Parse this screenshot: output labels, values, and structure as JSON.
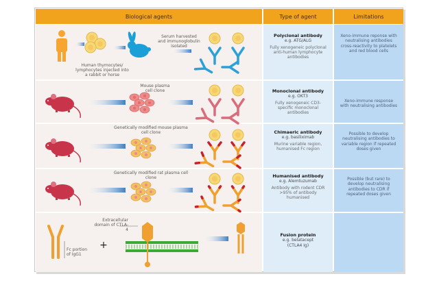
{
  "headers": {
    "biological": "Biological agents",
    "type": "Type of agent",
    "limitations": "Limitations"
  },
  "rows": [
    {
      "labels": {
        "source": "Human thymocytes/ lymphocytes injected into a rabbit or horse",
        "process": "Serum harvested and immunoglobulin isolated"
      },
      "type_title": "Polyclonal antibody",
      "type_example": "e.g. ATG/ALG",
      "type_desc": "Fully xenogeneic polyclonal anti-human lymphocyte antibodies",
      "limitation": "Xeno-immune reponse with neutralising antibodies cross-reactivity to platelets and red blood cells"
    },
    {
      "labels": {
        "source": "Mouse plasma cell clone"
      },
      "type_title": "Monoclonal antibody",
      "type_example": "e.g. OKT3",
      "type_desc": "Fully xenogeneic CD3-specific monoclonal antibodies",
      "limitation": "Xeno-immune response with neutralising antibodies"
    },
    {
      "labels": {
        "source": "Genetically modified mouse plasma cell clone"
      },
      "type_title": "Chimaeric antibody",
      "type_example": "e.g. basiliximab",
      "type_desc": "Murine variable region, humanised Fc region",
      "limitation": "Possible to develop neutralising antibodies to variable region if repeated doses given"
    },
    {
      "labels": {
        "source": "Genetically modified rat plasma cell clone"
      },
      "type_title": "Humanised antibody",
      "type_example": "e.g. Alemtuzumab",
      "type_desc": "Antibody with rodent CDR >95% of antibody humanised",
      "limitation": "Possible (but rare) to develop neutralising antibodies to CDR if repeated doses given"
    },
    {
      "labels": {
        "fc": "Fc portion of IgG1",
        "plus": "+",
        "ctla4": "Extracellular domain of CTLA-4"
      },
      "type_title": "Fusion protein",
      "type_example": "e.g. belatacept",
      "type_example2": "(CTLA4 Ig)",
      "type_desc": "",
      "limitation": ""
    }
  ],
  "colors": {
    "header": "#f2a31e",
    "row_bg": "#f6f1ee",
    "type_col": "#dfedf9",
    "limitations_col": "#bcd9f3",
    "arrow": "#3e7fc4",
    "mouse": "#c8354b",
    "rabbit": "#1a9fd8",
    "human": "#f7a531",
    "cell": "#f5d978",
    "plasma_cell": "#ef8a8a",
    "antibody_blue": "#2da0d8",
    "antibody_orange": "#f0a030",
    "antibody_pink": "#d96c7a",
    "antibody_red": "#c8202a",
    "membrane": "#3aaa35"
  },
  "icons": [
    "human-figure-icon",
    "rabbit-icon",
    "mouse-icon",
    "cell-cluster-icon",
    "antibody-icon",
    "arrow-icon",
    "cell-membrane-icon"
  ]
}
